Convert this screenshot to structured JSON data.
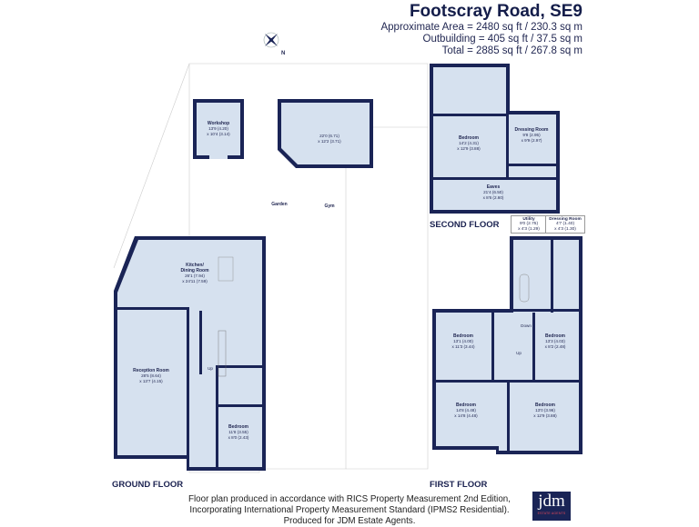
{
  "header": {
    "title": "Footscray Road, SE9",
    "areas": [
      "Approximate Area = 2480 sq ft / 230.3 sq m",
      "Outbuilding = 405 sq ft / 37.5 sq m",
      "Total = 2885 sq ft / 267.8 sq m"
    ]
  },
  "compass": {
    "icon": "compass-rose-icon",
    "label": "N"
  },
  "ground_floor": {
    "label": "GROUND FLOOR",
    "garden": "Garden",
    "rooms": {
      "workshop": {
        "name": "Workshop",
        "dim1": "13'9 (4.20)",
        "dim2": "x 10'4 (3.14)"
      },
      "gym": {
        "name": "Gym",
        "dim1": "22'0 (6.71)",
        "dim2": "x 12'2 (3.71)"
      },
      "kitchen": {
        "name1": "Kitchen/",
        "name2": "Dining Room",
        "dim1": "26'1 (7.94)",
        "dim2": "x 24'11 (7.59)"
      },
      "reception": {
        "name": "Reception Room",
        "dim1": "28'5 (8.64)",
        "dim2": "x 13'7 (4.15)"
      },
      "bedroom": {
        "name": "Bedroom",
        "dim1": "11'8 (3.55)",
        "dim2": "x 8'0 (2.43)"
      },
      "stairs": "Up"
    }
  },
  "second_floor": {
    "label": "SECOND FLOOR",
    "rooms": {
      "bedroom": {
        "name": "Bedroom",
        "dim1": "14'2 (4.31)",
        "dim2": "x 12'9 (3.88)"
      },
      "dressing": {
        "name": "Dressing Room",
        "dim1": "9'8 (2.95)",
        "dim2": "x 9'9 (2.97)"
      },
      "eaves": {
        "name": "Eaves",
        "dim1": "21'4 (6.50)",
        "dim2": "x 8'6 (2.60)"
      }
    }
  },
  "first_floor": {
    "label": "FIRST FLOOR",
    "rooms": {
      "utility": {
        "name": "Utility",
        "dim1": "9'0 (2.75)",
        "dim2": "x 4'3 (1.29)"
      },
      "dressing": {
        "name": "Dressing Room",
        "dim1": "4'7 (1.40)",
        "dim2": "x 4'3 (1.30)"
      },
      "bedroom_nw": {
        "name": "Bedroom",
        "dim1": "13'1 (4.00)",
        "dim2": "x 11'3 (3.44)"
      },
      "bedroom_ne": {
        "name": "Bedroom",
        "dim1": "13'3 (4.03)",
        "dim2": "x 8'2 (2.48)"
      },
      "bedroom_sw": {
        "name": "Bedroom",
        "dim1": "14'8 (4.48)",
        "dim2": "x 14'8 (4.48)"
      },
      "bedroom_se": {
        "name": "Bedroom",
        "dim1": "13'0 (3.96)",
        "dim2": "x 12'9 (3.88)"
      },
      "stairs_down": "Down",
      "stairs_up": "Up"
    }
  },
  "footer": {
    "lines": [
      "Floor plan produced in accordance with RICS Property Measurement 2nd Edition,",
      "Incorporating International Property Measurement Standard (IPMS2 Residential).",
      "Produced for JDM Estate Agents."
    ]
  },
  "logo": {
    "text": "jdm",
    "subtext": "ESTATE AGENTS"
  },
  "colors": {
    "wall": "#1a2456",
    "floor": "#d6e1ef",
    "accent": "#e3485a"
  }
}
